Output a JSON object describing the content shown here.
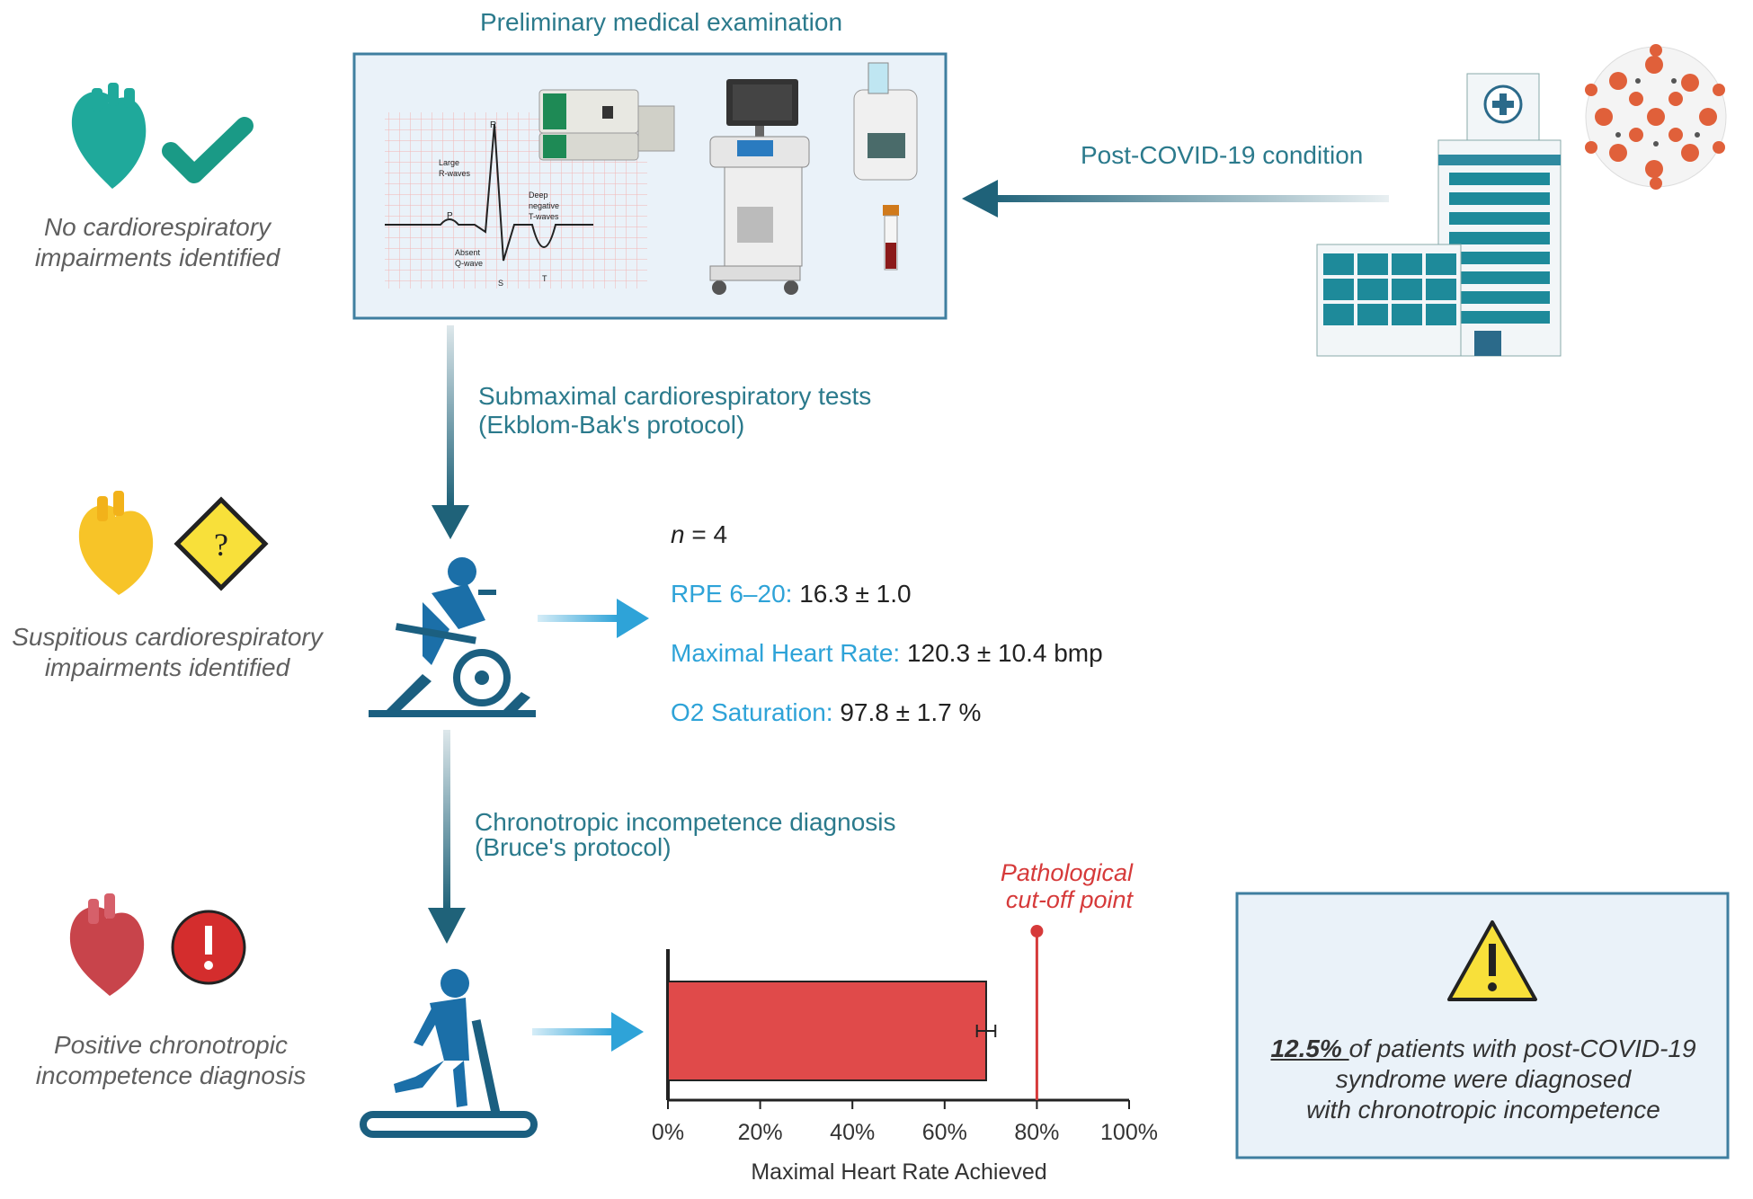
{
  "steps": {
    "preliminary": "Preliminary medical examination",
    "post_covid": "Post-COVID-19 condition",
    "submaximal_line1": "Submaximal cardiorespiratory tests",
    "submaximal_line2": "(Ekblom-Bak's protocol)",
    "chrono_line1": "Chronotropic  incompetence diagnosis",
    "chrono_line2": "(Bruce's protocol)"
  },
  "outcomes": {
    "none_line1": "No cardiorespiratory",
    "none_line2": "impairments identified",
    "suspicious_line1": "Suspitious cardiorespiratory",
    "suspicious_line2": "impairments identified",
    "positive_line1": "Positive chronotropic",
    "positive_line2": "incompetence diagnosis"
  },
  "ecg_labels": {
    "r": "R",
    "large_r_1": "Large",
    "large_r_2": "R-waves",
    "p": "P",
    "deep_1": "Deep",
    "deep_2": "negative",
    "deep_3": "T-waves",
    "absent_1": "Absent",
    "absent_2": "Q-wave",
    "s": "S",
    "t": "T"
  },
  "stats": {
    "n_symbol": "n",
    "n_rest": " = 4",
    "rpe_label": "RPE 6–20:",
    "rpe_value": " 16.3 ± 1.0",
    "mhr_label": "Maximal Heart Rate:",
    "mhr_value": " 120.3 ± 10.4 bmp",
    "o2_label": "O2 Saturation:",
    "o2_value": " 97.8 ± 1.7 %"
  },
  "chart_data": {
    "type": "bar",
    "orientation": "horizontal",
    "categories": [
      ""
    ],
    "values": [
      0.69
    ],
    "error": [
      0.02
    ],
    "xlim": [
      0,
      1
    ],
    "xticks": [
      "0%",
      "20%",
      "40%",
      "60%",
      "80%",
      "100%"
    ],
    "xlabel": "Maximal Heart Rate Achieved",
    "ylabel": "",
    "title": "",
    "grid": false,
    "reference_line": {
      "value": 0.8,
      "label_line1": "Pathological",
      "label_line2": "cut-off point"
    },
    "bar_color": "#e04a4a",
    "reference_color": "#d63a3a"
  },
  "result": {
    "highlight": "12.5% ",
    "line1_rest": "of patients with post-COVID-19",
    "line2": "syndrome were diagnosed",
    "line3": "with chronotropic incompetence"
  },
  "colors": {
    "arrow_dark": "#1f6279",
    "arrow_light": "#2ea3d8",
    "teal_heart": "#1fa99b",
    "check": "#1a9a86",
    "yellow_heart": "#f7c428",
    "warning_yellow": "#f8e03a",
    "red_heart": "#c8444b",
    "alert_red": "#d42d2d",
    "box_fill": "#eaf2f9",
    "box_border": "#3f7fa0"
  },
  "icons": [
    "heart-icon",
    "check-icon",
    "question-sign-icon",
    "alert-icon",
    "exercise-bike-icon",
    "treadmill-icon",
    "hospital-icon",
    "virus-icon",
    "warning-icon",
    "ecg-monitor-icon",
    "ultrasound-machine-icon",
    "analyzer-icon",
    "blood-tube-icon"
  ]
}
